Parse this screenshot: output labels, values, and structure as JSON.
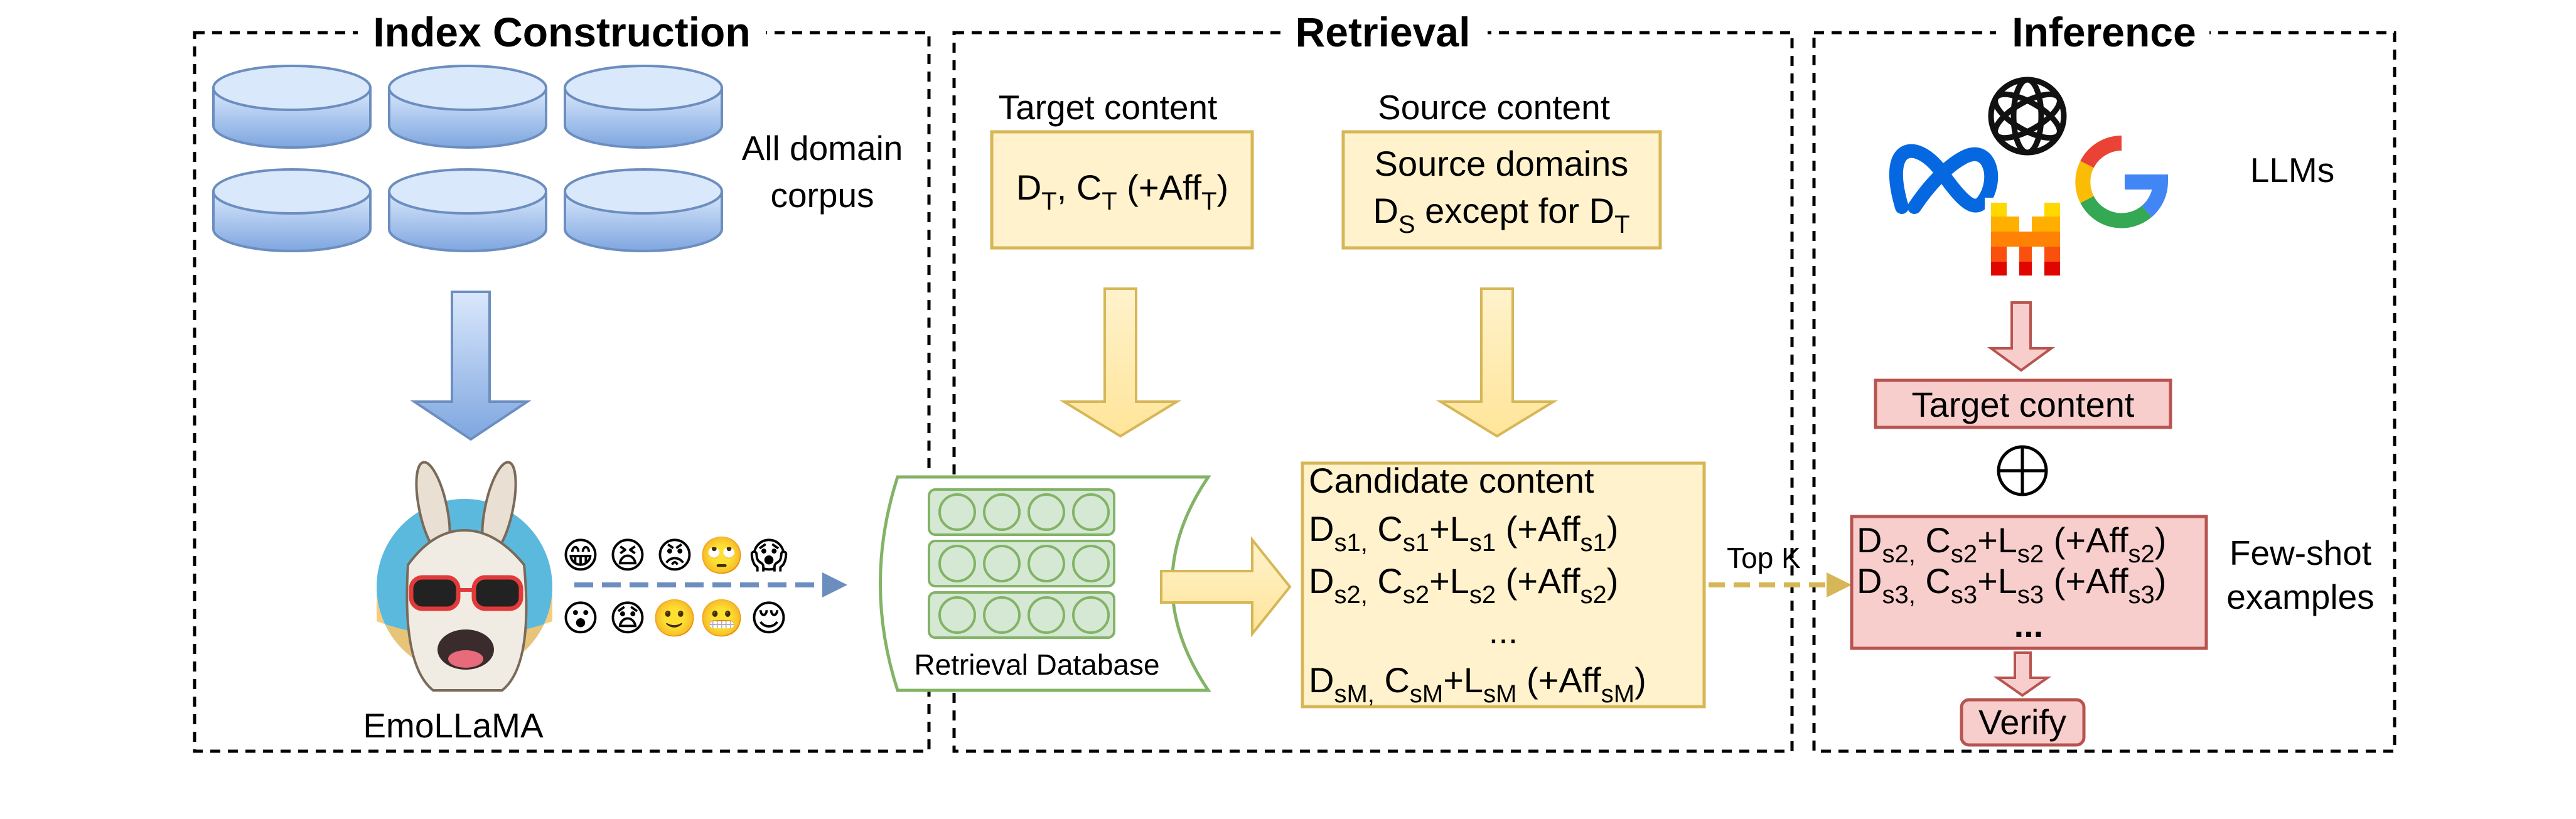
{
  "sections": {
    "index": "Index Construction",
    "retrieval": "Retrieval",
    "inference": "Inference"
  },
  "index": {
    "corpus_line1": "All domain",
    "corpus_line2": "corpus",
    "model_label": "EmoLLaMA",
    "emojis": [
      "😁",
      "😫",
      "😡",
      "🙄",
      "😱",
      "😮",
      "😧",
      "🙂",
      "😬",
      "😌"
    ]
  },
  "retrieval": {
    "target_title": "Target content",
    "target_box": {
      "D": "D",
      "D_sub": "T",
      "C": "C",
      "C_sub": "T",
      "aff": "(+Aff",
      "aff_sub": "T",
      "close": ")"
    },
    "source_title": "Source content",
    "source_line1": "Source domains",
    "source_line2": {
      "D": "D",
      "D_sub": "S",
      "mid": " except for D",
      "sub2": "T"
    },
    "database_label": "Retrieval Database",
    "candidate_title": "Candidate content",
    "candidate_rows": [
      {
        "D": "D",
        "d": "s1,",
        "C": " C",
        "c": "s1",
        "L": "+L",
        "l": "s1",
        "A": " (+Aff",
        "a": "s1",
        "E": ")"
      },
      {
        "D": "D",
        "d": "s2,",
        "C": " C",
        "c": "s2",
        "L": "+L",
        "l": "s2",
        "A": " (+Aff",
        "a": "s2",
        "E": ")"
      },
      {
        "D": "D",
        "d": "sM,",
        "C": " C",
        "c": "sM",
        "L": "+L",
        "l": "sM",
        "A": " (+Aff",
        "a": "sM",
        "E": ")"
      }
    ],
    "ellipsis": "...",
    "topk": "Top K"
  },
  "inference": {
    "llms": "LLMs",
    "target_content": "Target content",
    "plus": "⊕",
    "fewshot_rows": [
      {
        "D": "D",
        "d": "s2,",
        "C": " C",
        "c": "s2",
        "L": "+L",
        "l": "s2",
        "A": " (+Aff",
        "a": "s2",
        "E": ")"
      },
      {
        "D": "D",
        "d": "s3,",
        "C": " C",
        "c": "s3",
        "L": "+L",
        "l": "s3",
        "A": " (+Aff",
        "a": "s3",
        "E": ")"
      }
    ],
    "fewshot_ellipsis": "...",
    "fewshot_label1": "Few-shot",
    "fewshot_label2": "examples",
    "verify": "Verify",
    "meta_logo_icon": "meta-logo-icon",
    "openai_logo_icon": "openai-logo-icon",
    "google_logo_icon": "google-logo-icon",
    "mistral_logo_icon": "mistral-logo-icon"
  },
  "colors": {
    "yellow_fill": "#fff2cc",
    "yellow_stroke": "#d6b656",
    "pink_fill": "#f8cecc",
    "pink_stroke": "#b85450",
    "blue_fill": "#dae8fc",
    "blue_stroke": "#6c8ebf",
    "green_fill": "#d5e8d4",
    "green_stroke": "#82b366"
  }
}
